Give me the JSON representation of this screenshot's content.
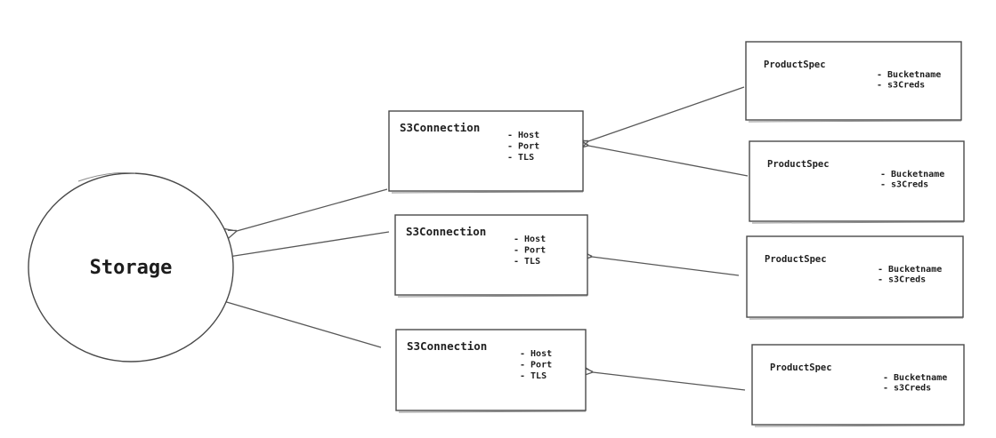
{
  "diagram": {
    "nodes": {
      "storage": {
        "label": "Storage"
      },
      "s3_connections": [
        {
          "title": "S3Connection",
          "attrs": [
            "- Host",
            "- Port",
            "- TLS"
          ]
        },
        {
          "title": "S3Connection",
          "attrs": [
            "- Host",
            "- Port",
            "- TLS"
          ]
        },
        {
          "title": "S3Connection",
          "attrs": [
            "- Host",
            "- Port",
            "- TLS"
          ]
        }
      ],
      "product_specs": [
        {
          "title": "ProductSpec",
          "attrs": [
            "- Bucketname",
            "- s3Creds"
          ]
        },
        {
          "title": "ProductSpec",
          "attrs": [
            "- Bucketname",
            "- s3Creds"
          ]
        },
        {
          "title": "ProductSpec",
          "attrs": [
            "- Bucketname",
            "- s3Creds"
          ]
        },
        {
          "title": "ProductSpec",
          "attrs": [
            "- Bucketname",
            "- s3Creds"
          ]
        }
      ]
    },
    "edges": [
      {
        "from": "product-spec-1",
        "to": "s3-connection-1",
        "arrowhead": "open"
      },
      {
        "from": "product-spec-2",
        "to": "s3-connection-1",
        "arrowhead": "open"
      },
      {
        "from": "product-spec-3",
        "to": "s3-connection-2",
        "arrowhead": "open"
      },
      {
        "from": "product-spec-4",
        "to": "s3-connection-3",
        "arrowhead": "open"
      },
      {
        "from": "s3-connection-1",
        "to": "storage",
        "arrowhead": "open"
      },
      {
        "from": "s3-connection-2",
        "to": "storage",
        "arrowhead": "open"
      },
      {
        "from": "s3-connection-3",
        "to": "storage",
        "arrowhead": "open"
      }
    ],
    "colors": {
      "stroke": "#494949",
      "edge_stroke": "#585858",
      "text": "#1f1f1f",
      "background": "#ffffff"
    }
  }
}
